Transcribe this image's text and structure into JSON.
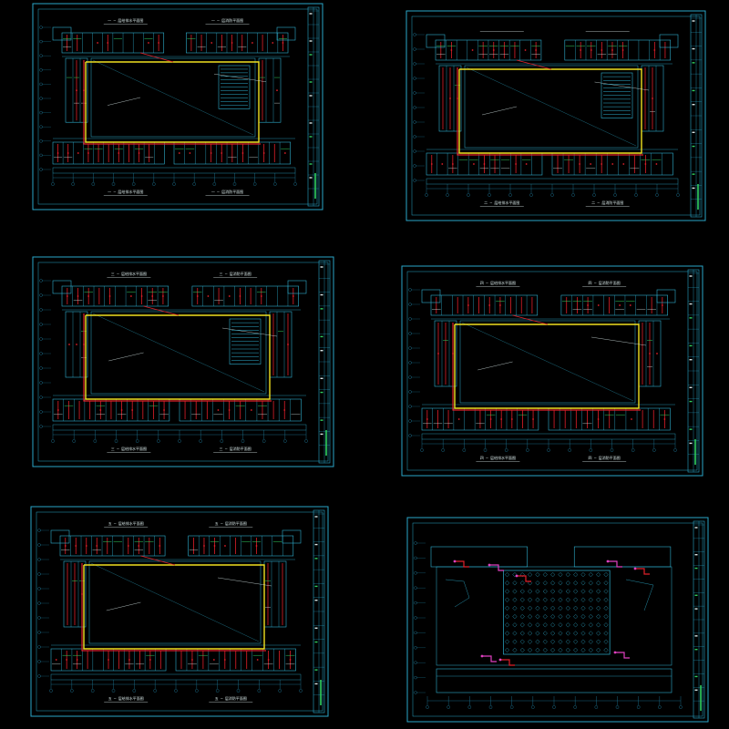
{
  "colors": {
    "background": "#000000",
    "frame": "#2aa6c8",
    "grid": "#1f7fa0",
    "wall": "#2fb0d0",
    "wire_red": "#e0202a",
    "wire_yellow": "#f0e020",
    "wire_magenta": "#e040c0",
    "green": "#30d060",
    "white": "#d8e8e8"
  },
  "sheets": [
    {
      "id": "sheet-1",
      "layout": "courtyard",
      "title_top_left": "一 ─ 层给排水平面图",
      "title_top_right": "一 ─ 层消防平面图",
      "title_bottom_left": "一 ─ 层给排水平面图",
      "title_bottom_right": "一 ─ 层消防平面图",
      "has_stair_block": true
    },
    {
      "id": "sheet-2",
      "layout": "courtyard",
      "title_top_left": "",
      "title_top_right": "",
      "title_bottom_left": "二 ─ 层给排水平面图",
      "title_bottom_right": "二 ─ 层消防平面图",
      "has_stair_block": true
    },
    {
      "id": "sheet-3",
      "layout": "courtyard",
      "title_top_left": "三 ─ 层给排水平面图",
      "title_top_right": "三 ─ 层消防平面图",
      "title_bottom_left": "三 ─ 层给排水平面图",
      "title_bottom_right": "三 ─ 层消防平面图",
      "has_stair_block": true
    },
    {
      "id": "sheet-4",
      "layout": "courtyard",
      "title_top_left": "四 ─ 层给排水平面图",
      "title_top_right": "四 ─ 层消防平面图",
      "title_bottom_left": "四 ─ 层给排水平面图",
      "title_bottom_right": "四 ─ 层消防平面图",
      "has_stair_block": false
    },
    {
      "id": "sheet-5",
      "layout": "courtyard",
      "title_top_left": "五 ─ 层给排水平面图",
      "title_top_right": "五 ─ 层消防平面图",
      "title_bottom_left": "五 ─ 层给排水平面图",
      "title_bottom_right": "五 ─ 层消防平面图",
      "has_stair_block": false
    },
    {
      "id": "sheet-6",
      "layout": "roof",
      "title_top_left": "",
      "title_top_right": "",
      "title_bottom_left": "",
      "title_bottom_right": "",
      "has_stair_block": false
    }
  ]
}
